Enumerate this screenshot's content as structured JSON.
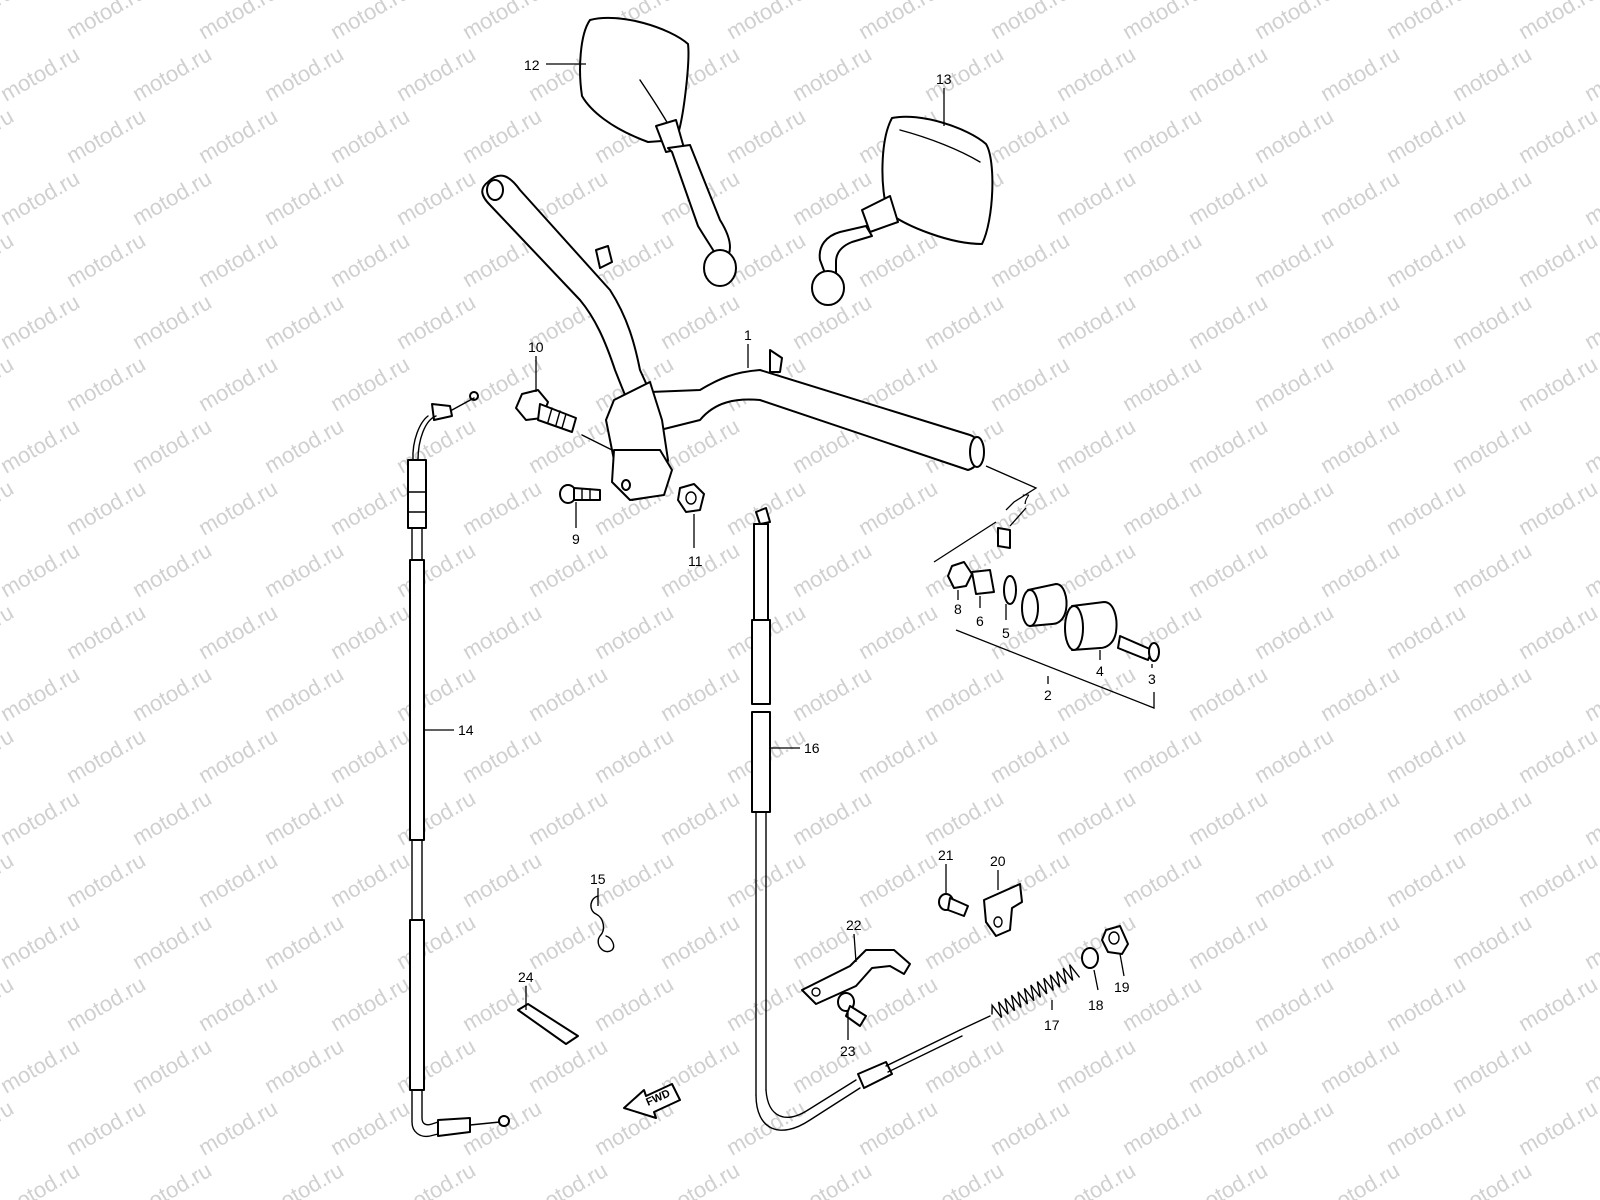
{
  "watermark": {
    "text": "motod.ru",
    "color": "#d0d0d0"
  },
  "direction_marker": {
    "label": "FWD",
    "icon": "arrow-left-icon"
  },
  "callouts": {
    "p1": "1",
    "p2": "2",
    "p3": "3",
    "p4": "4",
    "p5": "5",
    "p6": "6",
    "p7": "7",
    "p8": "8",
    "p9": "9",
    "p10": "10",
    "p11": "11",
    "p12": "12",
    "p13": "13",
    "p14": "14",
    "p15": "15",
    "p16": "16",
    "p17": "17",
    "p18": "18",
    "p19": "19",
    "p20": "20",
    "p21": "21",
    "p22": "22",
    "p23": "23",
    "p24": "24"
  }
}
